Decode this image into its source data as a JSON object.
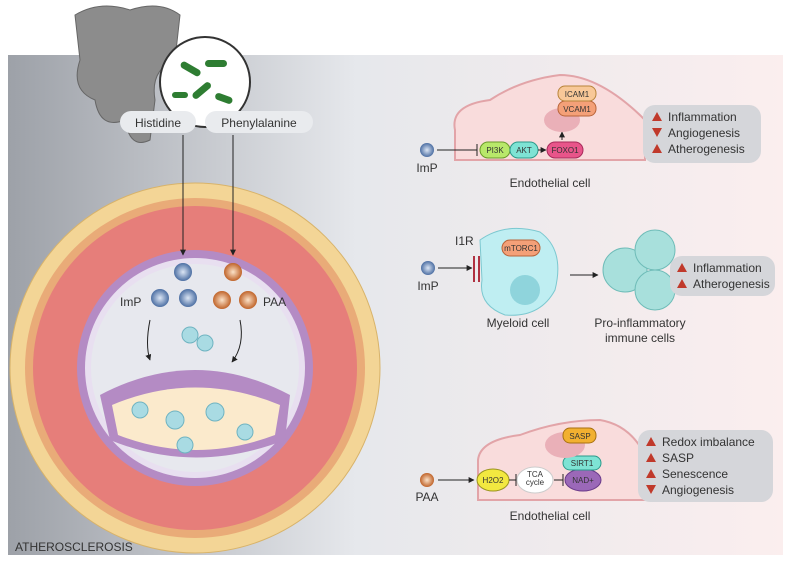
{
  "title": "ATHEROSCLEROSIS",
  "gut": {
    "metabolites": [
      "Histidine",
      "Phenylalanine"
    ]
  },
  "artery": {
    "imp_label": "ImP",
    "paa_label": "PAA"
  },
  "panel1": {
    "input": "ImP",
    "proteins": [
      "PI3K",
      "AKT",
      "FOXO1",
      "VCAM1",
      "ICAM1"
    ],
    "cell_label": "Endothelial cell",
    "effects": [
      {
        "direction": "up",
        "text": "Inflammation"
      },
      {
        "direction": "down",
        "text": "Angiogenesis"
      },
      {
        "direction": "up",
        "text": "Atherogenesis"
      }
    ]
  },
  "panel2": {
    "input": "ImP",
    "receptor": "I1R",
    "protein": "mTORC1",
    "cell_label": "Myeloid cell",
    "result_label": "Pro-inflammatory immune cells",
    "result_lines": [
      "Pro-inflammatory",
      "immune cells"
    ],
    "effects": [
      {
        "direction": "up",
        "text": "Inflammation"
      },
      {
        "direction": "up",
        "text": "Atherogenesis"
      }
    ]
  },
  "panel3": {
    "input": "PAA",
    "molecules": [
      "H2O2",
      "TCA cycle",
      "NAD+",
      "SIRT1",
      "SASP"
    ],
    "tca_lines": [
      "TCA",
      "cycle"
    ],
    "cell_label": "Endothelial cell",
    "effects": [
      {
        "direction": "up",
        "text": "Redox imbalance"
      },
      {
        "direction": "up",
        "text": "SASP"
      },
      {
        "direction": "up",
        "text": "Senescence"
      },
      {
        "direction": "down",
        "text": "Angiogenesis"
      }
    ]
  },
  "colors": {
    "up_arrow": "#c0392b",
    "imp": "#7e9cc8",
    "paa": "#d9824a",
    "endothelial": "#e8a0a8"
  }
}
